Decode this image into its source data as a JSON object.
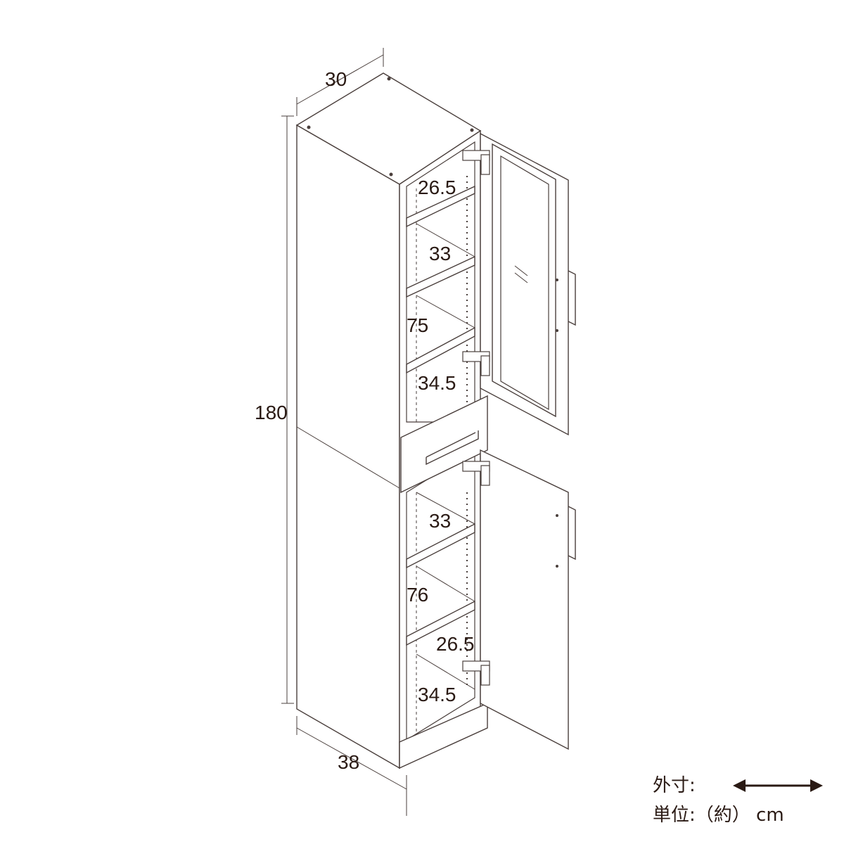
{
  "dimensions": {
    "top_width": "30",
    "total_height": "180",
    "depth": "38",
    "upper_shelves": [
      "26.5",
      "33",
      "75",
      "34.5"
    ],
    "lower_shelves": [
      "33",
      "76",
      "26.5",
      "34.5"
    ]
  },
  "legend": {
    "outer_label": "外寸:",
    "unit_label": "単位:（約） cm"
  },
  "colors": {
    "line": "#4a3f3c",
    "text": "#2a1a14",
    "background": "#ffffff"
  }
}
